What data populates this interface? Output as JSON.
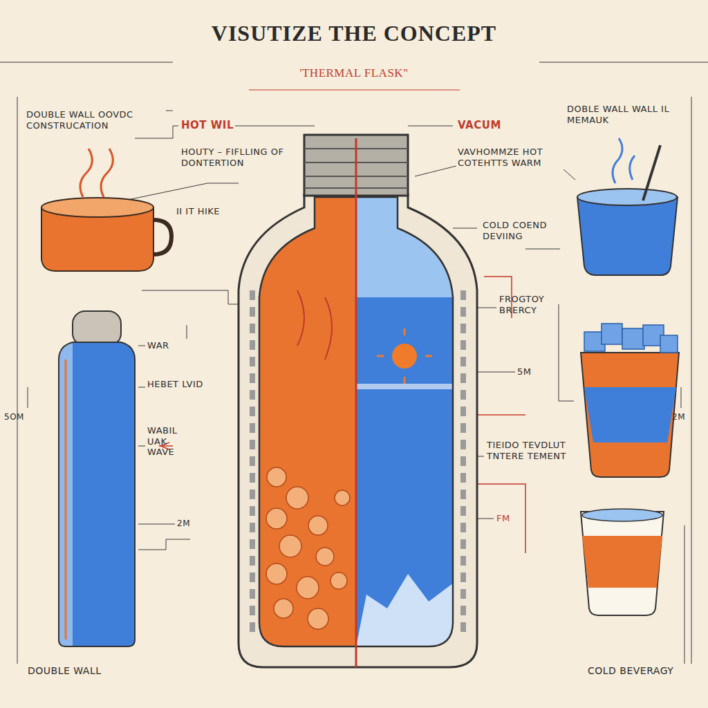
{
  "diagram": {
    "title": "VISUTIZE THE CONCEPT",
    "labels": [
      "'THERMAL FLASK\"",
      "DOUBLE WALL OOVDC CONSTRUCATION",
      "HOT WIL",
      "VACUM",
      "HOUTY – FIFLLING OF DONTERTION",
      "VAVHOMMZE HOT COTEHTTS WARM",
      "DOBLE WALL WALL IL MEMAUK",
      "II IT HIKE",
      "COLD COEND DEVIING",
      "FROGTOY BRERCY",
      "5M",
      "TIEIDO TEVDLUT TNTERE TEMENT",
      "FM",
      "5OM",
      "2M",
      "WAR",
      "HEBET LVID",
      "WABIL UAK WAVE",
      "2M",
      "DOUBLE WALL",
      "COLD BEVERAGY"
    ]
  }
}
